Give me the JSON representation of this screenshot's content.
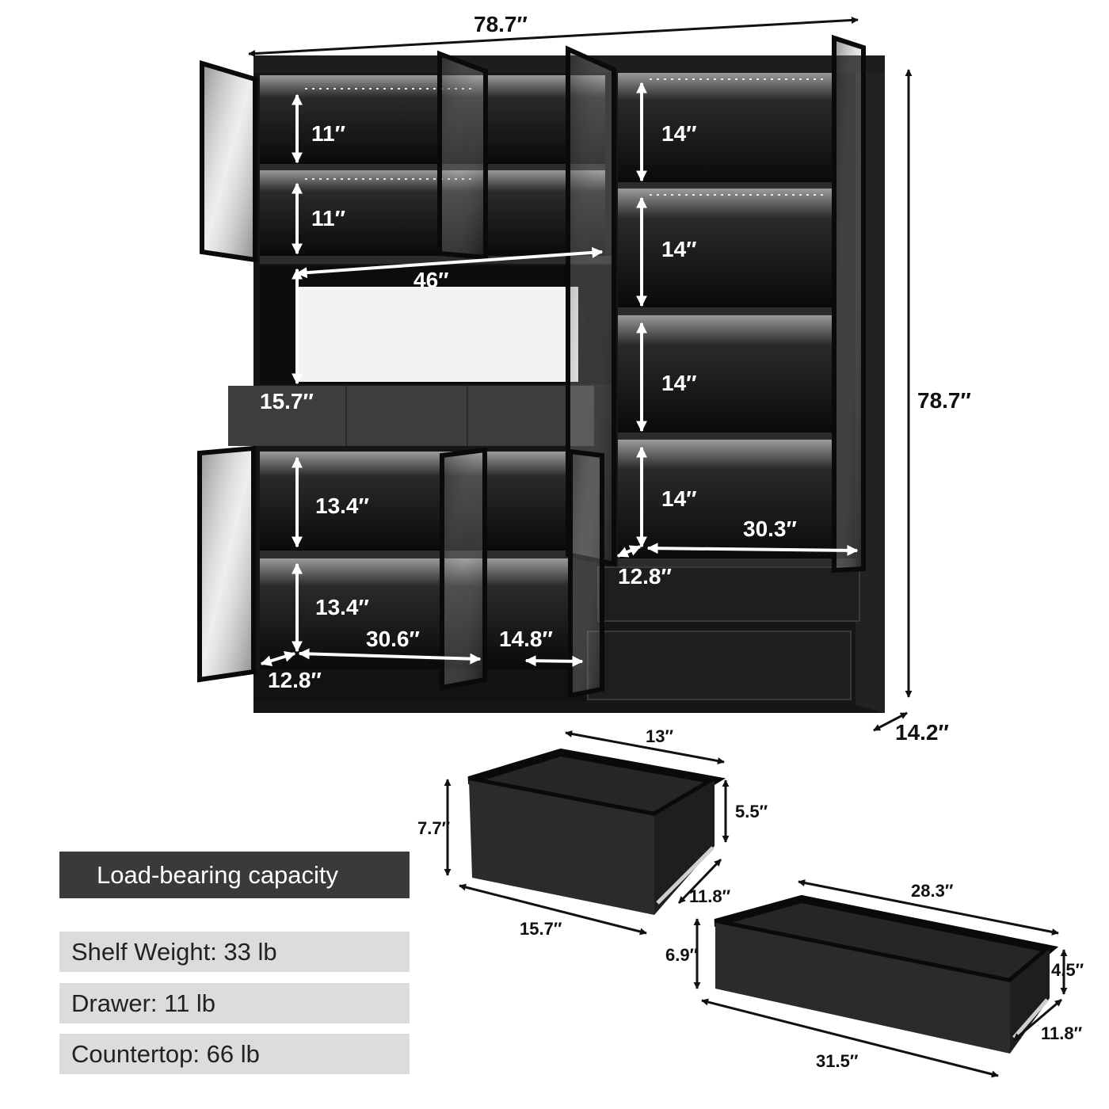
{
  "colors": {
    "cabinet": "#161616",
    "cabinet_inner": "#0a0a0a",
    "countertop_drawers": "#3d3d3d",
    "dimension_line": "#111111",
    "dimension_text": "#111111",
    "led_glow": "#e8e8e8",
    "panel_title_bg": "#3a3a3a",
    "panel_row_bg": "#dcdcdc"
  },
  "cabinet_dimensions": {
    "overall_width": "78.7″",
    "overall_height": "78.7″",
    "depth": "14.2″",
    "upper_left_shelf_top": "11″",
    "upper_left_shelf_bottom": "11″",
    "open_bay_width": "46″",
    "open_bay_height": "15.7″",
    "right_shelf_1": "14″",
    "right_shelf_2": "14″",
    "right_shelf_3": "14″",
    "right_shelf_4": "14″",
    "right_bay_width": "30.3″",
    "right_bay_depth": "12.8″",
    "lower_left_shelf_top": "13.4″",
    "lower_left_shelf_bottom": "13.4″",
    "lower_left_bay_width": "30.6″",
    "lower_left_bay_depth": "12.8″",
    "lower_middle_bay_width": "14.8″"
  },
  "small_drawer": {
    "width": "13″",
    "outer_height": "7.7″",
    "inner_height": "5.5″",
    "length": "15.7″",
    "depth": "11.8″"
  },
  "large_drawer": {
    "width": "28.3″",
    "outer_height": "6.9″",
    "inner_height": "4.5″",
    "length": "31.5″",
    "depth": "11.8″"
  },
  "load_panel": {
    "title": "Load-bearing capacity",
    "rows": [
      "Shelf Weight: 33 lb",
      "Drawer: 11 lb",
      "Countertop: 66 lb"
    ]
  }
}
